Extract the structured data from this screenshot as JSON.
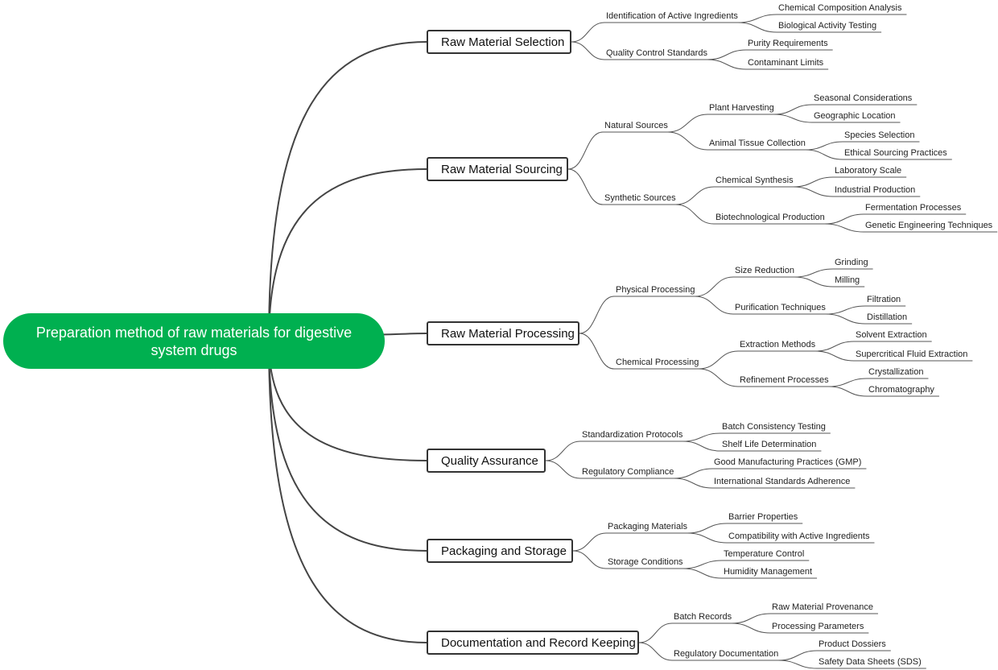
{
  "colors": {
    "root": "#00b050",
    "branch_line": "#444444",
    "sub_line": "#555555"
  },
  "root": {
    "label": "Preparation method of raw materials for digestive system drugs"
  },
  "branches": [
    {
      "label": "Raw Material Selection",
      "children": [
        {
          "label": "Identification of Active Ingredients",
          "children": [
            {
              "label": "Chemical Composition Analysis"
            },
            {
              "label": "Biological Activity Testing"
            }
          ]
        },
        {
          "label": "Quality Control Standards",
          "children": [
            {
              "label": "Purity Requirements"
            },
            {
              "label": "Contaminant Limits"
            }
          ]
        }
      ]
    },
    {
      "label": "Raw Material Sourcing",
      "children": [
        {
          "label": "Natural Sources",
          "children": [
            {
              "label": "Plant Harvesting",
              "children": [
                {
                  "label": "Seasonal Considerations"
                },
                {
                  "label": "Geographic Location"
                }
              ]
            },
            {
              "label": "Animal Tissue Collection",
              "children": [
                {
                  "label": "Species Selection"
                },
                {
                  "label": "Ethical Sourcing Practices"
                }
              ]
            }
          ]
        },
        {
          "label": "Synthetic Sources",
          "children": [
            {
              "label": "Chemical Synthesis",
              "children": [
                {
                  "label": "Laboratory Scale"
                },
                {
                  "label": "Industrial Production"
                }
              ]
            },
            {
              "label": "Biotechnological Production",
              "children": [
                {
                  "label": "Fermentation Processes"
                },
                {
                  "label": "Genetic Engineering Techniques"
                }
              ]
            }
          ]
        }
      ]
    },
    {
      "label": "Raw Material Processing",
      "children": [
        {
          "label": "Physical Processing",
          "children": [
            {
              "label": "Size Reduction",
              "children": [
                {
                  "label": "Grinding"
                },
                {
                  "label": "Milling"
                }
              ]
            },
            {
              "label": "Purification Techniques",
              "children": [
                {
                  "label": "Filtration"
                },
                {
                  "label": "Distillation"
                }
              ]
            }
          ]
        },
        {
          "label": "Chemical Processing",
          "children": [
            {
              "label": "Extraction Methods",
              "children": [
                {
                  "label": "Solvent Extraction"
                },
                {
                  "label": "Supercritical Fluid Extraction"
                }
              ]
            },
            {
              "label": "Refinement Processes",
              "children": [
                {
                  "label": "Crystallization"
                },
                {
                  "label": "Chromatography"
                }
              ]
            }
          ]
        }
      ]
    },
    {
      "label": "Quality Assurance",
      "children": [
        {
          "label": "Standardization Protocols",
          "children": [
            {
              "label": "Batch Consistency Testing"
            },
            {
              "label": "Shelf Life Determination"
            }
          ]
        },
        {
          "label": "Regulatory Compliance",
          "children": [
            {
              "label": "Good Manufacturing Practices (GMP)"
            },
            {
              "label": "International Standards Adherence"
            }
          ]
        }
      ]
    },
    {
      "label": "Packaging and Storage",
      "children": [
        {
          "label": "Packaging Materials",
          "children": [
            {
              "label": "Barrier Properties"
            },
            {
              "label": "Compatibility with Active Ingredients"
            }
          ]
        },
        {
          "label": "Storage Conditions",
          "children": [
            {
              "label": "Temperature Control"
            },
            {
              "label": "Humidity Management"
            }
          ]
        }
      ]
    },
    {
      "label": "Documentation and Record Keeping",
      "children": [
        {
          "label": "Batch Records",
          "children": [
            {
              "label": "Raw Material Provenance"
            },
            {
              "label": "Processing Parameters"
            }
          ]
        },
        {
          "label": "Regulatory Documentation",
          "children": [
            {
              "label": "Product Dossiers"
            },
            {
              "label": "Safety Data Sheets (SDS)"
            }
          ]
        }
      ]
    }
  ]
}
